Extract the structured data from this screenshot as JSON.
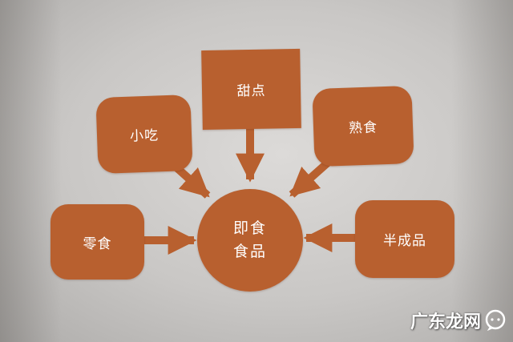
{
  "colors": {
    "node_fill": "#b8602f",
    "text": "#ffffff",
    "paper": "#d2d0ce"
  },
  "diagram": {
    "center": {
      "line1": "即食",
      "line2": "食品"
    },
    "nodes": [
      {
        "id": "xiaochi",
        "label": "小吃"
      },
      {
        "id": "tiandian",
        "label": "甜点"
      },
      {
        "id": "shushi",
        "label": "熟食"
      },
      {
        "id": "lingshi",
        "label": "零食"
      },
      {
        "id": "banchengpin",
        "label": "半成品"
      }
    ]
  },
  "watermark": {
    "text": "广东龙网",
    "logo_icon": "speech-bubble-icon"
  }
}
